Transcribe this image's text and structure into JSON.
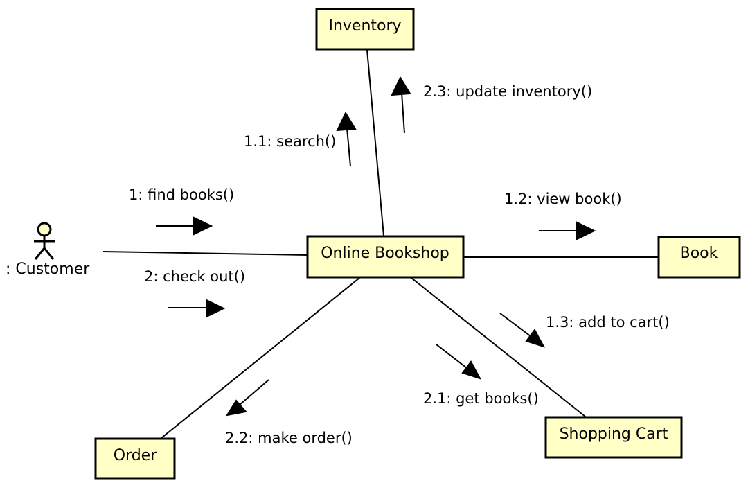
{
  "colors": {
    "object_fill": "#ffffc6",
    "stroke": "#000000",
    "background": "#ffffff"
  },
  "actor": {
    "label": ": Customer",
    "icon": "stick-figure-icon"
  },
  "objects": {
    "online_bookshop": "Online Bookshop",
    "inventory": "Inventory",
    "book": "Book",
    "shopping_cart": "Shopping Cart",
    "order": "Order"
  },
  "messages": {
    "m1": "1: find books()",
    "m1_1": "1.1: search()",
    "m1_2": "1.2: view book()",
    "m1_3": "1.3: add to cart()",
    "m2": "2: check out()",
    "m2_1": "2.1: get books()",
    "m2_2": "2.2: make order()",
    "m2_3": "2.3: update inventory()"
  }
}
